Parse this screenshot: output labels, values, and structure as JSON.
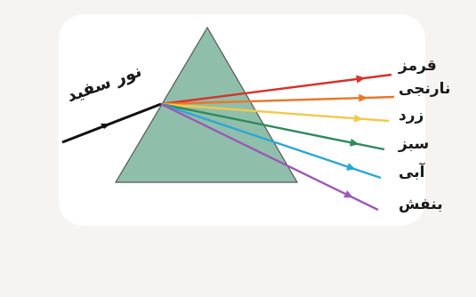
{
  "incoming_label": "نور سفید",
  "rays": [
    {
      "label": "قرمز",
      "color": "#d9302a"
    },
    {
      "label": "نارنجی",
      "color": "#e8772a"
    },
    {
      "label": "زرد",
      "color": "#f2c94c"
    },
    {
      "label": "سبز",
      "color": "#2f8a5c"
    },
    {
      "label": "آبی",
      "color": "#2aa7d6"
    },
    {
      "label": "بنفش",
      "color": "#9b59b6"
    }
  ],
  "prism_color": "#8fbfaa",
  "incoming_ray_color": "#111111"
}
